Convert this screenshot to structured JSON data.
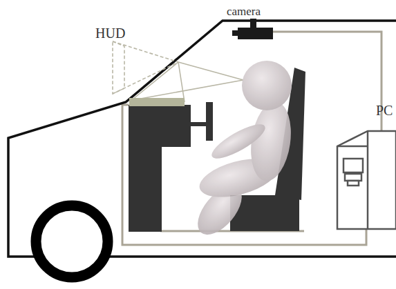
{
  "diagram": {
    "labels": [
      "HUD",
      "camera",
      "PC"
    ]
  }
}
